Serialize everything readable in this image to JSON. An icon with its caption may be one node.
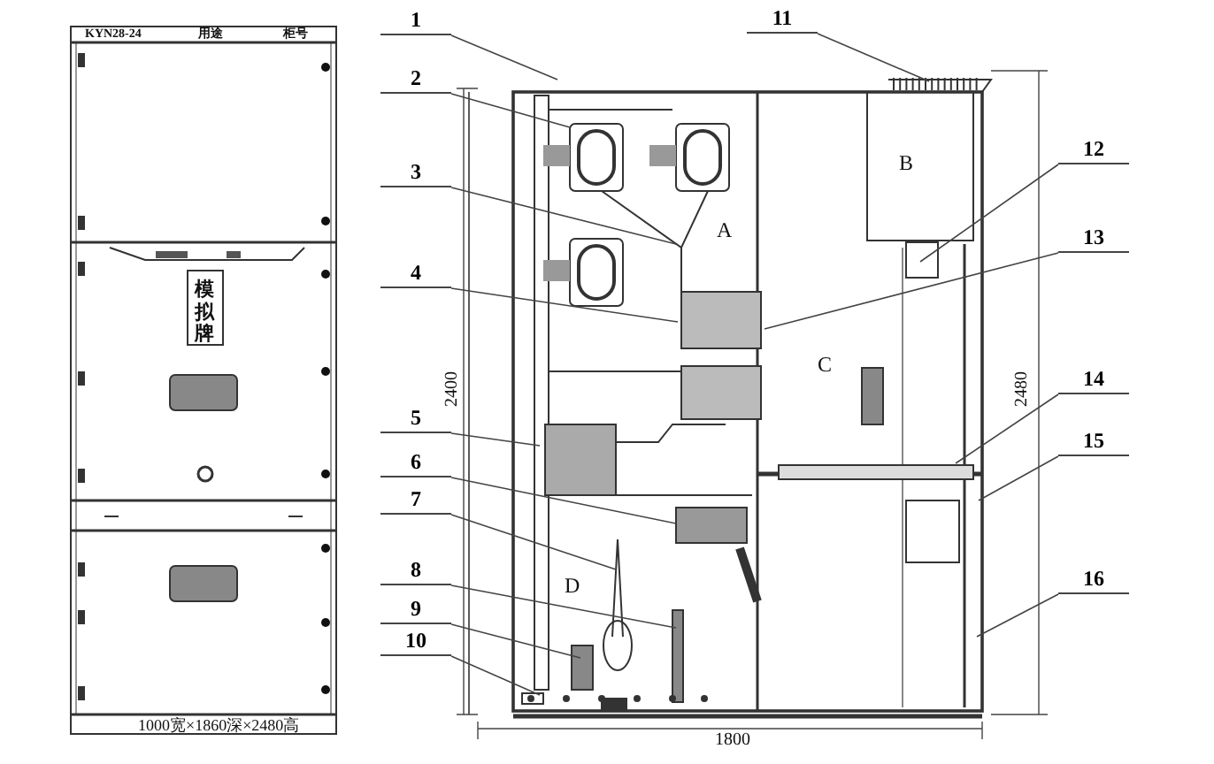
{
  "diagram": {
    "nodes": [
      {
        "text": [
          "1"
        ]
      },
      {
        "text": [
          "2"
        ]
      },
      {
        "text": [
          "3"
        ]
      },
      {
        "text": [
          "4"
        ]
      },
      {
        "text": [
          "5"
        ]
      },
      {
        "text": [
          "6"
        ]
      },
      {
        "text": [
          "7"
        ]
      },
      {
        "text": [
          "8"
        ]
      },
      {
        "text": [
          "9"
        ]
      },
      {
        "text": [
          "10"
        ]
      },
      {
        "text": [
          "11"
        ]
      },
      {
        "text": [
          "12"
        ]
      },
      {
        "text": [
          "13"
        ]
      },
      {
        "text": [
          "14"
        ]
      },
      {
        "text": [
          "15"
        ]
      },
      {
        "text": [
          "16"
        ]
      }
    ],
    "edges": [
      {
        "from": 0,
        "to": null,
        "arrow": "none"
      },
      {
        "from": 1,
        "to": null,
        "arrow": "none"
      },
      {
        "from": 2,
        "to": null,
        "arrow": "none"
      },
      {
        "from": 3,
        "to": null,
        "arrow": "none"
      },
      {
        "from": 4,
        "to": null,
        "arrow": "none"
      },
      {
        "from": 5,
        "to": null,
        "arrow": "none"
      },
      {
        "from": 6,
        "to": null,
        "arrow": "none"
      },
      {
        "from": 7,
        "to": null,
        "arrow": "none"
      },
      {
        "from": 8,
        "to": null,
        "arrow": "none"
      },
      {
        "from": 9,
        "to": null,
        "arrow": "none"
      },
      {
        "from": 10,
        "to": null,
        "arrow": "none"
      },
      {
        "from": 11,
        "to": null,
        "arrow": "none"
      },
      {
        "from": 12,
        "to": null,
        "arrow": "none"
      },
      {
        "from": 13,
        "to": null,
        "arrow": "none"
      },
      {
        "from": 14,
        "to": null,
        "arrow": "none"
      },
      {
        "from": 15,
        "to": null,
        "arrow": "none"
      }
    ],
    "labels": [
      "KYN28-24",
      "用途",
      "柜号",
      "模拟牌",
      "1000宽×1860深×2480高",
      "A",
      "B",
      "C",
      "D",
      "2400",
      "2480",
      "1800"
    ]
  }
}
